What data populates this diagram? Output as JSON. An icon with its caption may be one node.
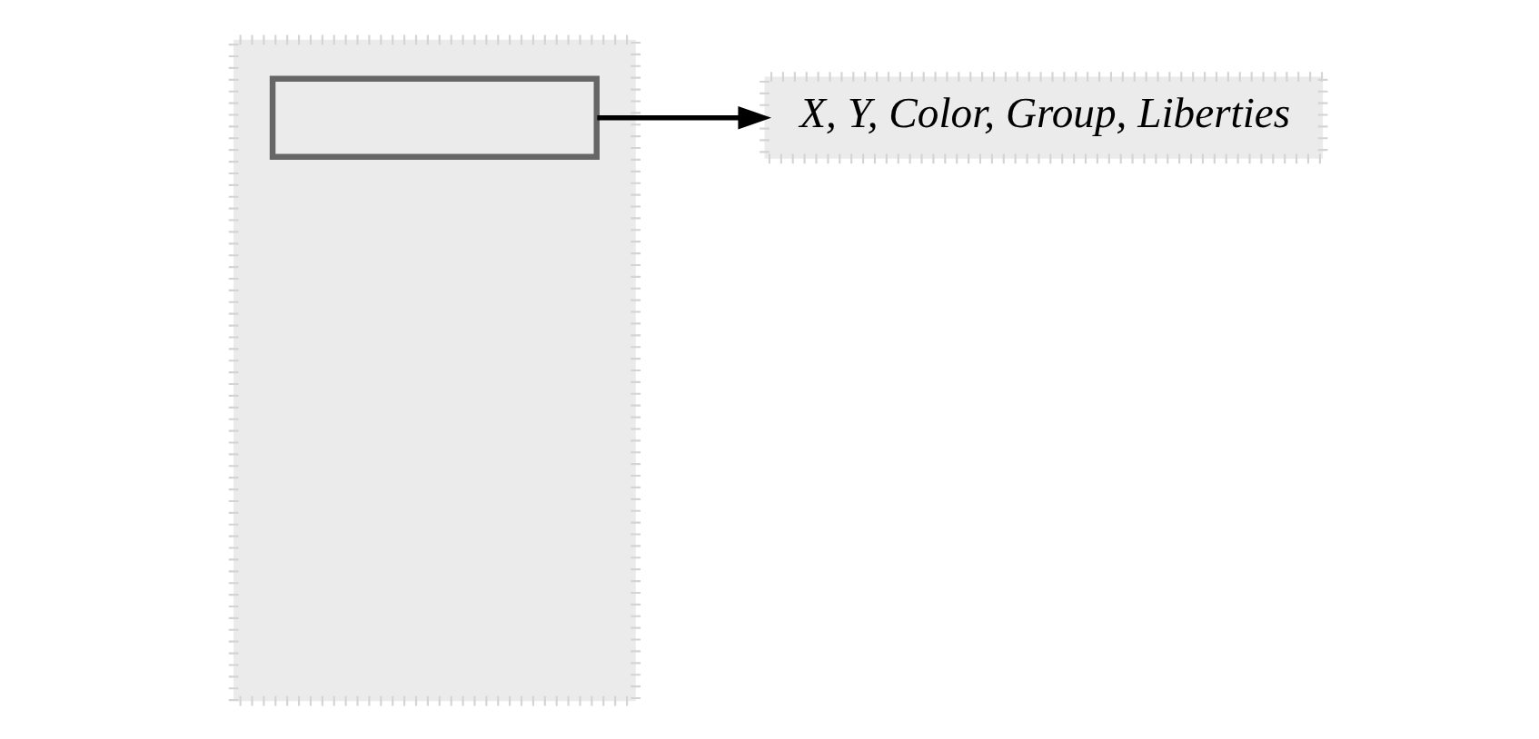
{
  "diagram": {
    "nodes": [
      {
        "text": [],
        "shape": "box"
      },
      {
        "text": [],
        "shape": "box",
        "in": 0
      },
      {
        "text": [
          "X, Y, Color, Group, Liberties"
        ]
      }
    ],
    "edges": [
      {
        "from": 1,
        "to": 2,
        "arrow": "to"
      }
    ]
  }
}
